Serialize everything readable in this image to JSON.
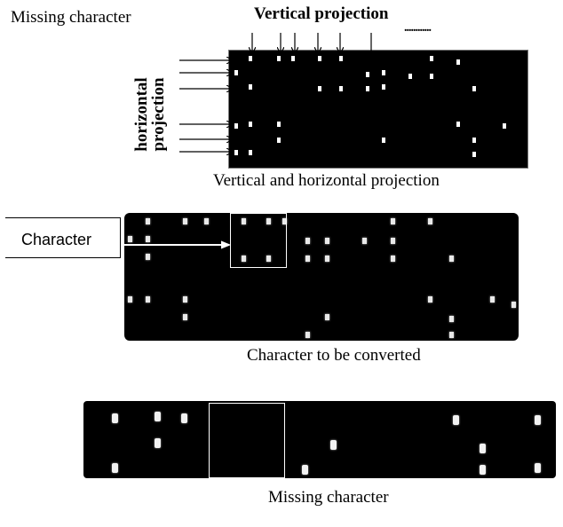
{
  "top_left_label": "Missing character",
  "section1": {
    "vertical_label": "Vertical projection",
    "ellipsis": "............",
    "horizontal_label_line1": "horizontal",
    "horizontal_label_line2": "projection",
    "caption": "Vertical and horizontal projection"
  },
  "section2": {
    "character_box_label": "Character",
    "caption": "Character to be converted"
  },
  "section3": {
    "caption": "Missing character"
  },
  "colors": {
    "background": "#ffffff",
    "panel": "#000000",
    "dot": "#ffffff",
    "highlight_box": "#ffffff"
  }
}
